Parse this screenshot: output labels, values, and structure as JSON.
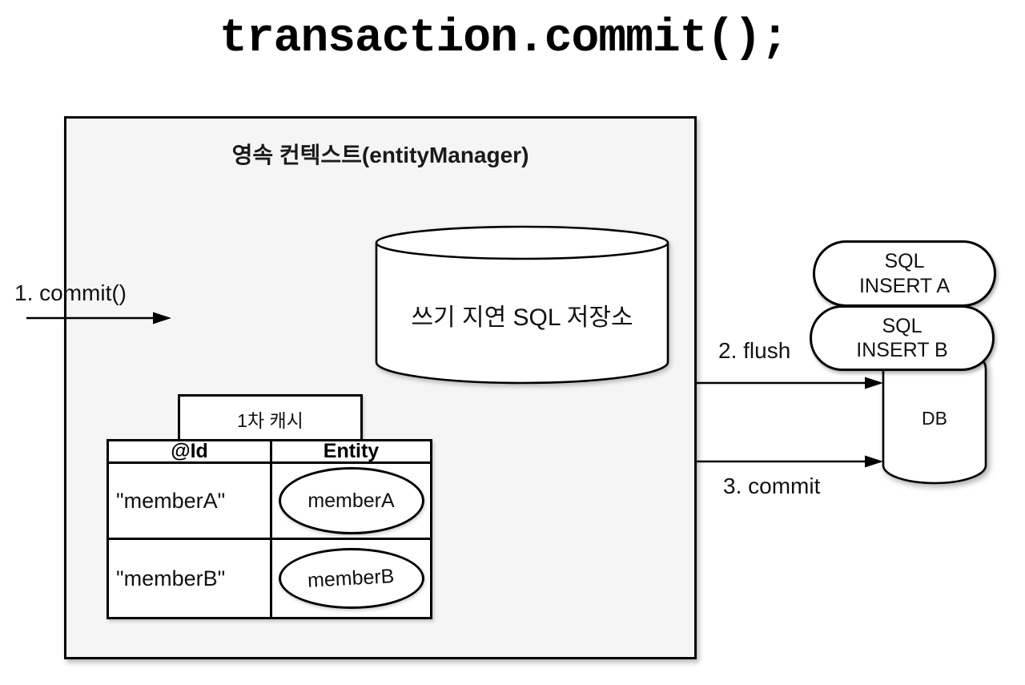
{
  "title": "transaction.commit();",
  "colors": {
    "canvas_bg": "#ffffff",
    "context_fill": "#f5f5f5",
    "shape_fill": "#ffffff",
    "stroke": "#000000"
  },
  "context": {
    "label": "영속 컨텍스트(entityManager)",
    "sql_store_label": "쓰기 지연 SQL 저장소",
    "cache": {
      "tab": "1차 캐시",
      "headers": [
        "@Id",
        "Entity"
      ],
      "rows": [
        {
          "id": "\"memberA\"",
          "entity": "memberA"
        },
        {
          "id": "\"memberB\"",
          "entity": "memberB"
        }
      ]
    }
  },
  "flow": {
    "step1": "1. commit()",
    "step2": "2. flush",
    "step3": "3. commit"
  },
  "database": {
    "label": "DB",
    "statements": [
      {
        "line1": "SQL",
        "line2": "INSERT A"
      },
      {
        "line1": "SQL",
        "line2": "INSERT B"
      }
    ]
  }
}
